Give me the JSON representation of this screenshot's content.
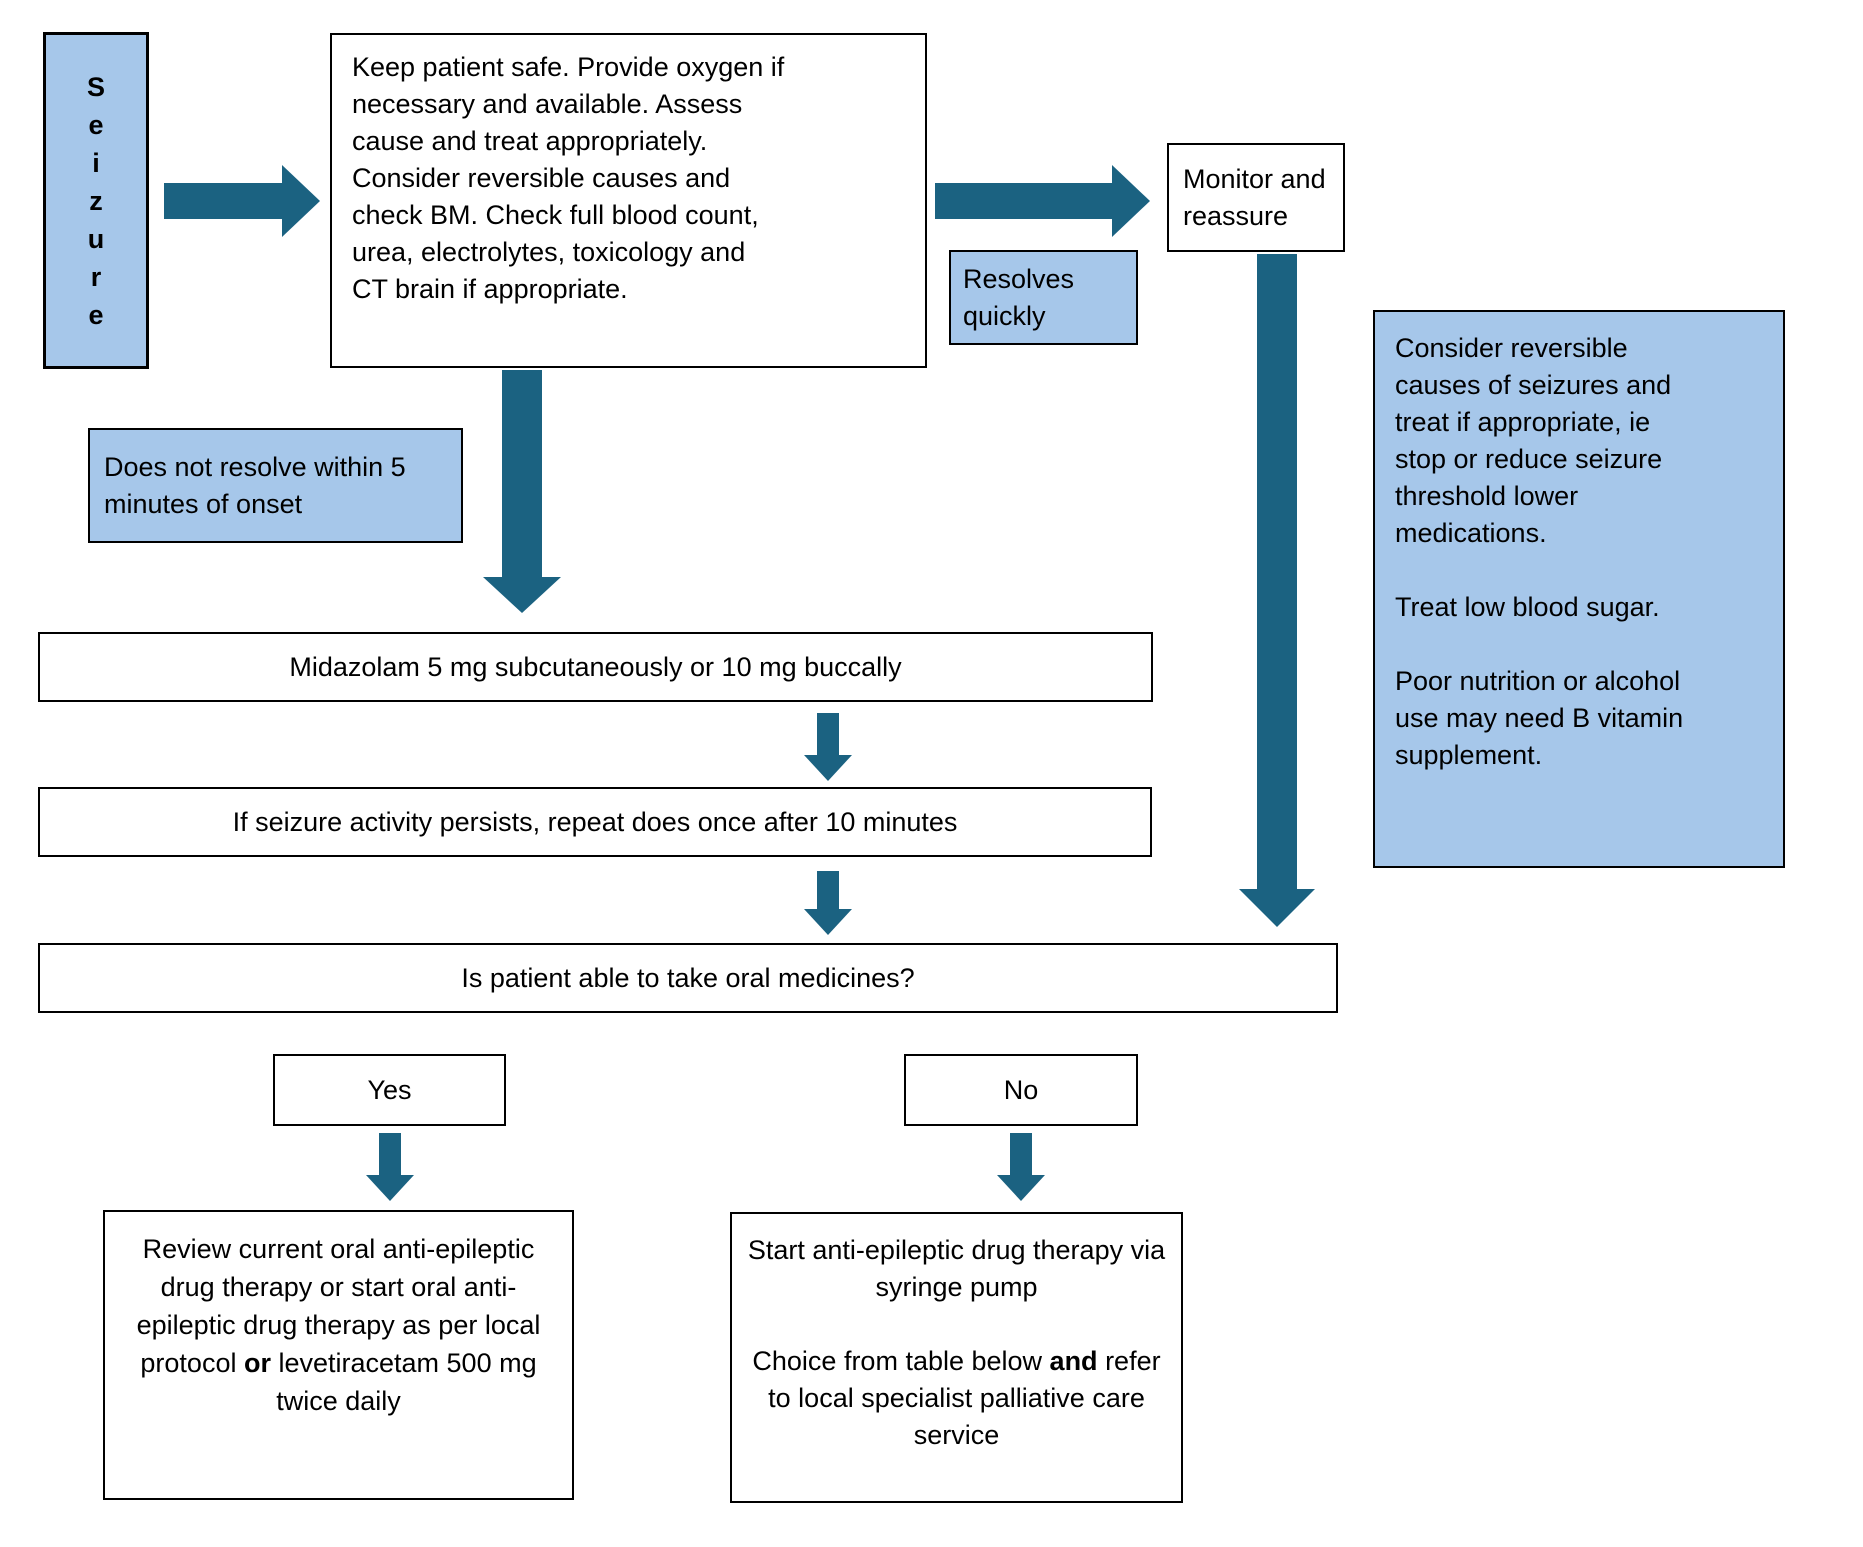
{
  "colors": {
    "arrow": "#1B6281",
    "box_fill_blue": "#A6C7EA",
    "border": "#000000",
    "background": "#FFFFFF",
    "text": "#000000"
  },
  "nodes": {
    "seizure": {
      "letters": [
        "S",
        "e",
        "i",
        "z",
        "u",
        "r",
        "e"
      ]
    },
    "assess": {
      "lines": [
        "Keep patient safe. Provide oxygen if",
        "necessary and available. Assess",
        "cause and treat appropriately.",
        "Consider reversible causes and",
        "check BM. Check full blood count,",
        "urea, electrolytes, toxicology and",
        "CT brain if appropriate."
      ]
    },
    "monitor": {
      "lines": [
        "Monitor and",
        "reassure"
      ]
    },
    "resolves": {
      "lines": [
        "Resolves",
        "quickly"
      ]
    },
    "not_resolve": {
      "lines": [
        "Does not resolve within 5",
        "minutes of onset"
      ]
    },
    "consider_reversible": {
      "lines": [
        "Consider reversible",
        "causes of seizures and",
        "treat if appropriate, ie",
        "stop or reduce seizure",
        "threshold lower",
        "medications.",
        "",
        "Treat low blood sugar.",
        "",
        "Poor nutrition or alcohol",
        "use may need B vitamin",
        "supplement."
      ]
    },
    "midazolam": {
      "text": "Midazolam 5 mg subcutaneously or 10 mg buccally"
    },
    "repeat_dose": {
      "text": "If seizure activity persists, repeat does once after 10 minutes"
    },
    "oral_question": {
      "text": "Is patient able to take oral medicines?"
    },
    "yes": {
      "label": "Yes"
    },
    "no": {
      "label": "No"
    },
    "review_oral": {
      "before": "Review current oral anti-epileptic drug therapy or start oral anti-epileptic drug therapy as per local protocol ",
      "bold": "or",
      "after": " levetiracetam 500 mg twice daily"
    },
    "syringe_pump": {
      "line1": "Start anti-epileptic drug therapy via syringe pump",
      "before": "Choice from table below ",
      "bold": "and",
      "after": " refer to local specialist palliative care service"
    }
  }
}
